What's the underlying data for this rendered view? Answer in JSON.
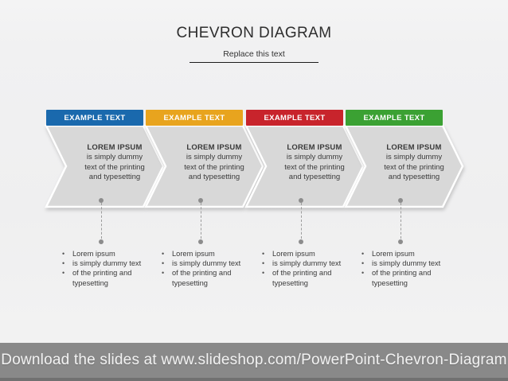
{
  "slide": {
    "title": "CHEVRON DIAGRAM",
    "subtitle": "Replace this text"
  },
  "bullet_char": "•",
  "columns": [
    {
      "header": "EXAMPLE TEXT",
      "color": "#1A69AD",
      "chevron_title": "LOREM IPSUM",
      "chevron_lines": [
        "is simply dummy",
        "text of the printing",
        "and typesetting"
      ],
      "notes": [
        "Lorem ipsum",
        "is simply dummy text",
        "of the printing and",
        "typesetting"
      ]
    },
    {
      "header": "EXAMPLE TEXT",
      "color": "#E8A41E",
      "chevron_title": "LOREM IPSUM",
      "chevron_lines": [
        "is simply dummy",
        "text of the printing",
        "and typesetting"
      ],
      "notes": [
        "Lorem ipsum",
        "is simply dummy text",
        "of the printing and",
        "typesetting"
      ]
    },
    {
      "header": "EXAMPLE TEXT",
      "color": "#C8242C",
      "chevron_title": "LOREM IPSUM",
      "chevron_lines": [
        "is simply dummy",
        "text of the printing",
        "and typesetting"
      ],
      "notes": [
        "Lorem ipsum",
        "is simply dummy text",
        "of the printing and",
        "typesetting"
      ]
    },
    {
      "header": "EXAMPLE TEXT",
      "color": "#3BA133",
      "chevron_title": "LOREM IPSUM",
      "chevron_lines": [
        "is simply dummy",
        "text of the printing",
        "and typesetting"
      ],
      "notes": [
        "Lorem ipsum",
        "is simply dummy text",
        "of the printing and",
        "typesetting"
      ]
    }
  ],
  "footer": {
    "text": "Download the slides at www.slideshop.com/PowerPoint-Chevron-Diagram"
  }
}
